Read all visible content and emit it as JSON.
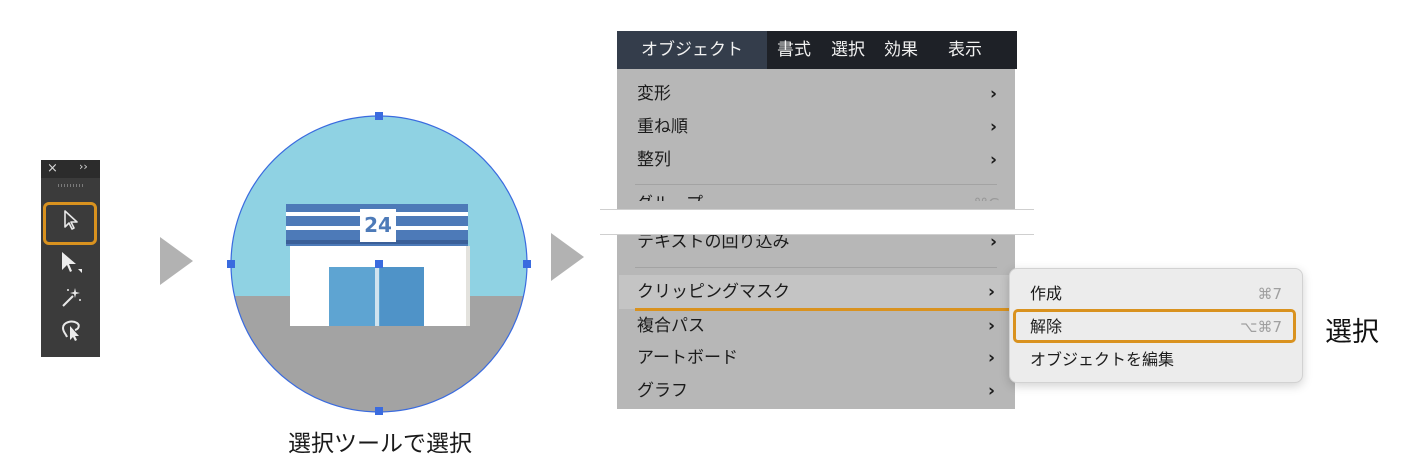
{
  "toolbar": {
    "close_glyph": "×",
    "more_glyph": "››",
    "tools": [
      {
        "name": "selection-tool-icon",
        "selected": true
      },
      {
        "name": "direct-selection-tool-icon",
        "selected": false
      },
      {
        "name": "magic-wand-tool-icon",
        "selected": false
      },
      {
        "name": "lasso-tool-icon",
        "selected": false
      }
    ],
    "highlight_color": "#d9921f"
  },
  "illustration": {
    "store_sign_text": "24",
    "caption": "選択ツールで選択"
  },
  "menubar": {
    "items": [
      "オブジェクト",
      "書式",
      "選択",
      "効果",
      "表示"
    ],
    "active": "オブジェクト"
  },
  "menu": {
    "items": [
      {
        "label": "変形",
        "submenu": true
      },
      {
        "label": "重ね順",
        "submenu": true
      },
      {
        "label": "整列",
        "submenu": true
      },
      {
        "label": "グループ",
        "shortcut": "⌘G"
      },
      {
        "label": "テキストの回り込み",
        "submenu": true
      },
      {
        "label": "クリッピングマスク",
        "submenu": true,
        "highlighted": true
      },
      {
        "label": "複合パス",
        "submenu": true
      },
      {
        "label": "アートボード",
        "submenu": true
      },
      {
        "label": "グラフ",
        "submenu": true
      }
    ],
    "chevron": "›"
  },
  "submenu": {
    "items": [
      {
        "label": "作成",
        "shortcut": "⌘7"
      },
      {
        "label": "解除",
        "shortcut": "⌥⌘7",
        "highlighted": true
      },
      {
        "label": "オブジェクトを編集",
        "shortcut": ""
      }
    ]
  },
  "select_label": "選択",
  "colors": {
    "accent_orange": "#d9921f",
    "menubar_bg": "#1e2127",
    "menu_bg": "#b7b7b7",
    "submenu_bg": "#ececec",
    "sky": "#8fd2e3",
    "ground": "#a3a3a3",
    "selection_blue": "#3a6bdf"
  }
}
